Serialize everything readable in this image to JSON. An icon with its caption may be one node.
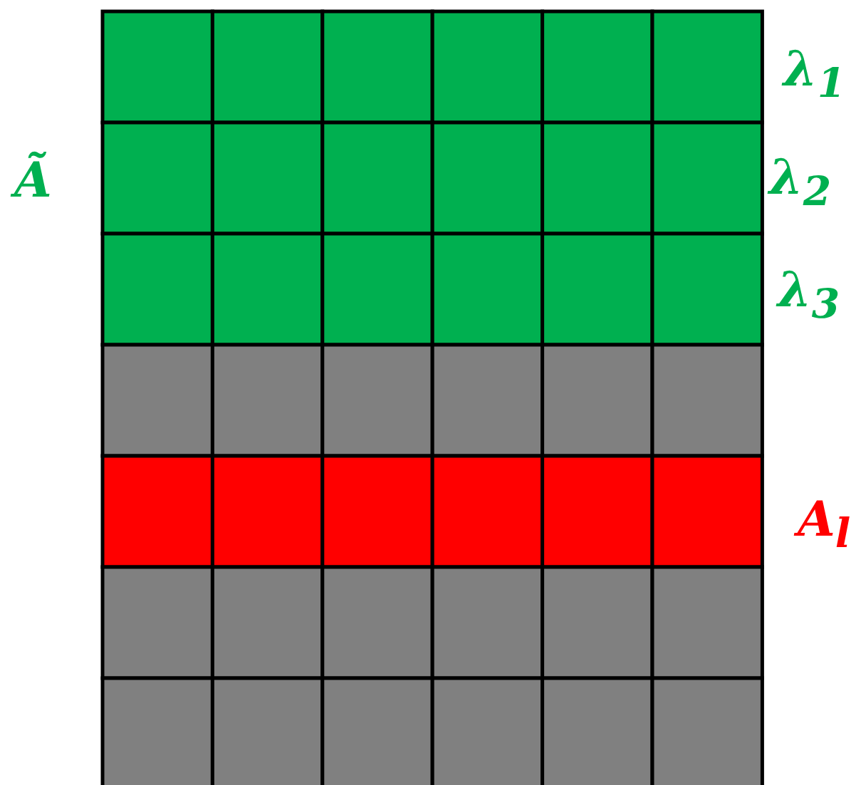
{
  "diagram": {
    "labels": [
      "Ã",
      "λ$_{1}$",
      "λ$_{2}$",
      "λ$_{3}$",
      "A$_{l}$"
    ]
  }
}
